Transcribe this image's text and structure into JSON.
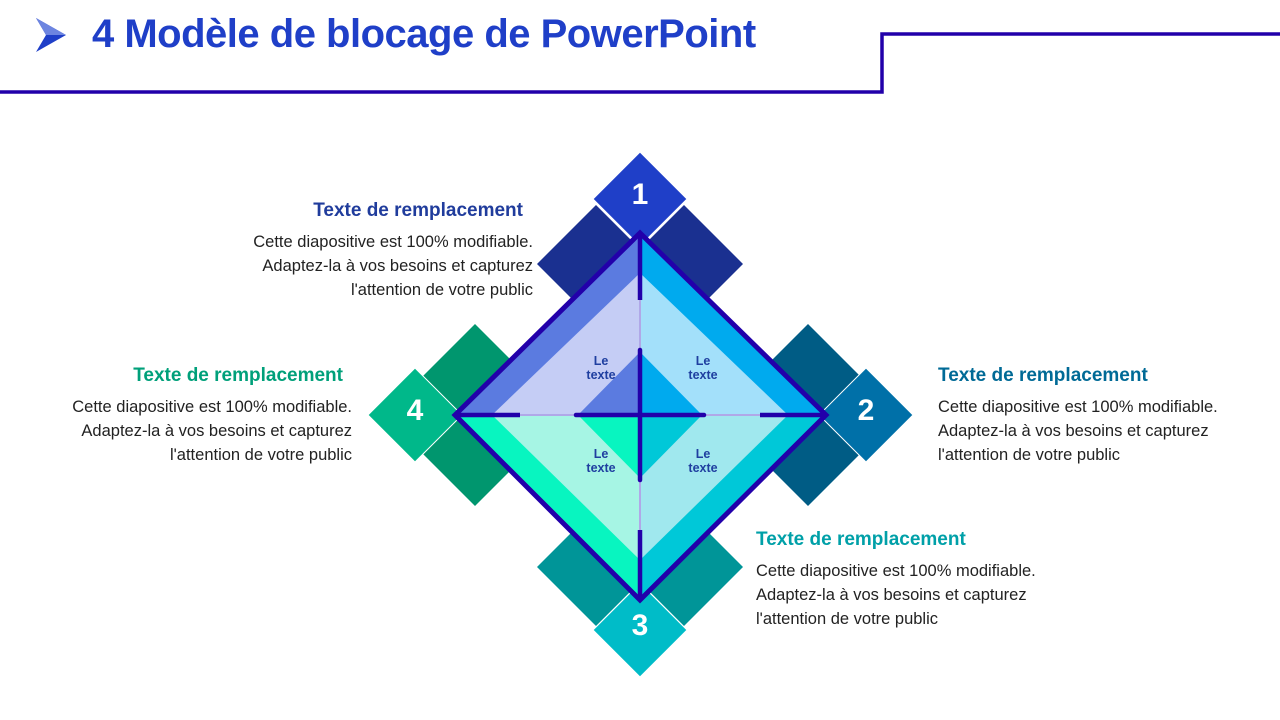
{
  "title": "4 Modèle de blocage de PowerPoint",
  "colors": {
    "title": "#1f3fc8",
    "frame": "#2200aa"
  },
  "blocks": [
    {
      "number": "1",
      "heading": "Texte de remplacement",
      "lines": [
        "Cette diapositive est 100% modifiable.",
        "Adaptez-la à vos besoins et capturez",
        "l'attention de votre public"
      ],
      "color": "#203c9c"
    },
    {
      "number": "2",
      "heading": "Texte de remplacement",
      "lines": [
        "Cette diapositive est 100% modifiable.",
        "Adaptez-la à vos besoins et capturez",
        "l'attention de votre public"
      ],
      "color": "#006a96"
    },
    {
      "number": "3",
      "heading": "Texte de remplacement",
      "lines": [
        "Cette diapositive est 100% modifiable.",
        "Adaptez-la à vos besoins et capturez",
        "l'attention de votre public"
      ],
      "color": "#00a0a8"
    },
    {
      "number": "4",
      "heading": "Texte de remplacement",
      "lines": [
        "Cette diapositive est 100% modifiable.",
        "Adaptez-la à vos besoins et capturez",
        "l'attention de votre public"
      ],
      "color": "#00a07a"
    }
  ],
  "quadrant_labels": [
    [
      "Le",
      "texte"
    ],
    [
      "Le",
      "texte"
    ],
    [
      "Le",
      "texte"
    ],
    [
      "Le",
      "texte"
    ]
  ]
}
